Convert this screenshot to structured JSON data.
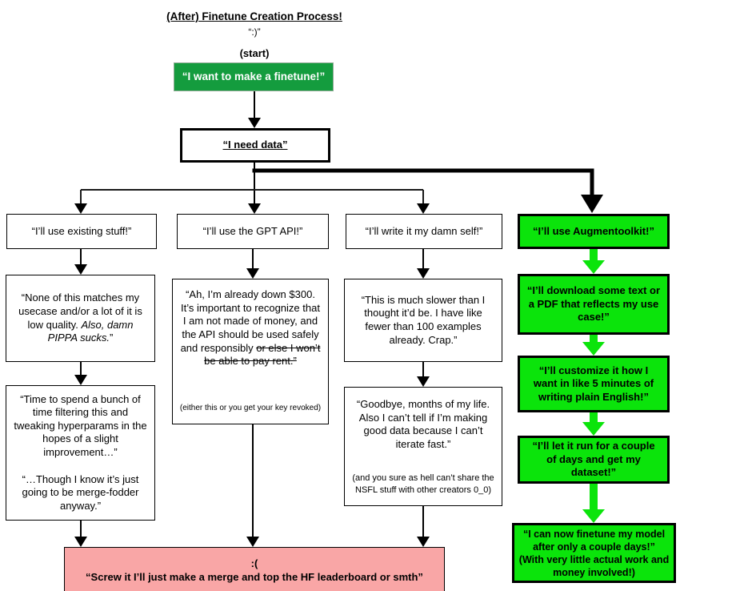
{
  "colors": {
    "start_green": "#149c3e",
    "bright_green": "#0be40b",
    "pink": "#f9a6a6",
    "line": "#000000"
  },
  "header": {
    "title": "(After) Finetune Creation Process!",
    "subtitle": "“:)”",
    "start_label": "(start)"
  },
  "nodes": {
    "start": "“I want to make a finetune!”",
    "need_data": "“I need data”",
    "existing": "“I’ll use existing stuff!”",
    "gpt_api": "“I’ll use the GPT API!”",
    "write_self": "“I’ll write it my damn self!”",
    "augmentoolkit": "“I’ll use Augmentoolkit!”",
    "none_matches": {
      "text": "“None of this matches my usecase and/or a lot of it is low quality. ",
      "italic": "Also, damn PIPPA sucks.",
      "end": "”"
    },
    "filtering": {
      "para1": "“Time to spend a bunch of time filtering this and tweaking hyperparams in the hopes of a slight improvement…”",
      "para2": "“…Though I know it’s just going to be merge-fodder anyway.”"
    },
    "down_300": {
      "text": "“Ah, I’m already down $300. It’s important to recognize that I am not made of money, and the API should be used safely and responsibly ",
      "strike": "or else I won’t be able to pay rent.”",
      "caption": "(either this or you get your key revoked)"
    },
    "much_slower": "“This is much slower than I thought it’d be. I have like fewer than 100 examples already. Crap.”",
    "goodbye": {
      "text": "“Goodbye, months of my life. Also I can’t tell if I’m making good data because I can’t iterate fast.”",
      "caption": "(and you sure as hell can’t share the NSFL stuff with other creators 0_0)"
    },
    "sad_end": {
      "line1": ":(",
      "line2": "“Screw it I’ll just make a merge and top the HF leaderboard or smth”"
    },
    "download": "“I’ll download some text or a PDF that reflects my use case!”",
    "customize": "“I’ll customize it how I want in like 5 minutes of writing plain English!”",
    "run": "“I’ll let it run for a couple of days and get my dataset!”",
    "finetune_done": {
      "line1": "“I can now finetune my model after only a couple days!”",
      "line2": "(With very little actual work and money involved!)"
    }
  }
}
